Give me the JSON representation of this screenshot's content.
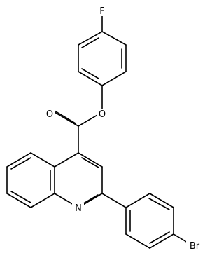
{
  "molecule": {
    "atoms": [
      {
        "id": "F",
        "label": "F"
      },
      {
        "id": "O_ether",
        "label": "O"
      },
      {
        "id": "O_carbonyl",
        "label": "O"
      },
      {
        "id": "N",
        "label": "N"
      },
      {
        "id": "Br",
        "label": "Br"
      }
    ]
  },
  "colors": {
    "bond": "#000000",
    "background": "#ffffff"
  }
}
